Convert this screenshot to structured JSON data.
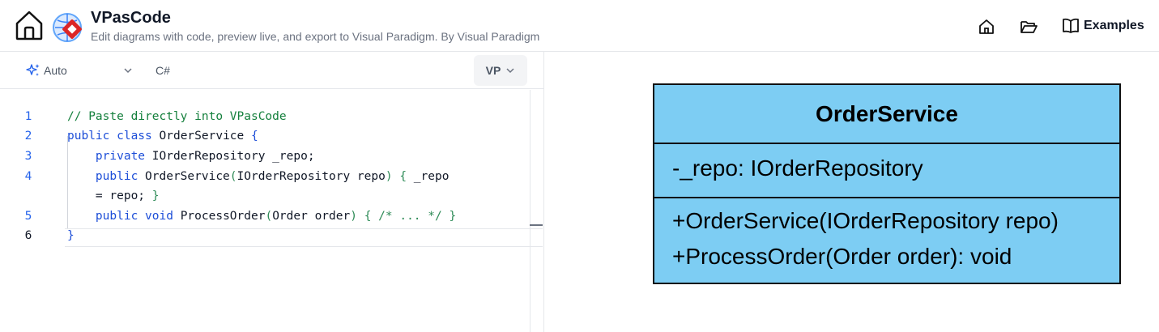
{
  "header": {
    "title": "VPasCode",
    "subtitle": "Edit diagrams with code, preview live, and export to Visual Paradigm. By Visual Paradigm",
    "nav": {
      "examples_label": "Examples"
    }
  },
  "toolbar": {
    "mode_label": "Auto",
    "language_label": "C#",
    "target_label": "VP"
  },
  "editor": {
    "lines": [
      {
        "num": "1",
        "parts": [
          {
            "t": "// Paste directly into VPasCode",
            "c": "cm"
          }
        ]
      },
      {
        "num": "2",
        "parts": [
          {
            "t": "public class ",
            "c": "kw"
          },
          {
            "t": "OrderService ",
            "c": ""
          },
          {
            "t": "{",
            "c": "kw"
          }
        ]
      },
      {
        "num": "3",
        "parts": [
          {
            "t": "    private ",
            "c": "kw"
          },
          {
            "t": "IOrderRepository _repo;",
            "c": ""
          }
        ]
      },
      {
        "num": "4",
        "parts": [
          {
            "t": "    public ",
            "c": "kw"
          },
          {
            "t": "OrderService",
            "c": ""
          },
          {
            "t": "(",
            "c": "br"
          },
          {
            "t": "IOrderRepository repo",
            "c": ""
          },
          {
            "t": ")",
            "c": "br"
          },
          {
            "t": " ",
            "c": ""
          },
          {
            "t": "{",
            "c": "br"
          },
          {
            "t": " _repo",
            "c": ""
          }
        ]
      },
      {
        "num": "",
        "parts": [
          {
            "t": "    = repo; ",
            "c": ""
          },
          {
            "t": "}",
            "c": "br"
          }
        ]
      },
      {
        "num": "5",
        "parts": [
          {
            "t": "    public void ",
            "c": "kw"
          },
          {
            "t": "ProcessOrder",
            "c": ""
          },
          {
            "t": "(",
            "c": "br"
          },
          {
            "t": "Order order",
            "c": ""
          },
          {
            "t": ")",
            "c": "br"
          },
          {
            "t": " ",
            "c": ""
          },
          {
            "t": "{ /* ... */ }",
            "c": "br"
          }
        ]
      },
      {
        "num": "6",
        "parts": [
          {
            "t": "}",
            "c": "kw"
          }
        ]
      }
    ]
  },
  "diagram": {
    "class_name": "OrderService",
    "attributes": [
      "-_repo: IOrderRepository"
    ],
    "operations": [
      "+OrderService(IOrderRepository repo)",
      "+ProcessOrder(Order order): void"
    ]
  },
  "colors": {
    "class_fill": "#7dcdf3",
    "keyword": "#1d4ed8",
    "comment": "#15803d",
    "line_number": "#2563eb"
  },
  "icons": {
    "header": [
      "home-icon",
      "app-logo-icon",
      "home-nav-icon",
      "folder-icon",
      "book-icon"
    ],
    "toolbar": [
      "sparkles-icon",
      "chevron-down-icon"
    ]
  }
}
